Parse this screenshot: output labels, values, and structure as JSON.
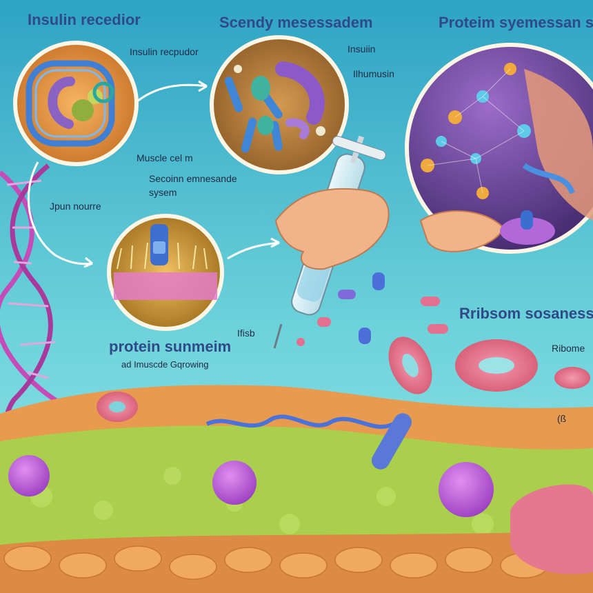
{
  "labels": {
    "insulin_receptor_title": "Insulin recedior",
    "insulin_receptor_callout": "Insulin recpudor",
    "secondary_messenger_title": "Scendy mesessadem",
    "insulin_callout": "Insuiin",
    "ilhumusin_callout": "Ilhumusin",
    "protein_synthesis_title": "Proteim syemessan sy",
    "muscle_cell_label": "Muscle cel m",
    "jpun_label": "Jpun nourre",
    "second_messenger_system_line1": "Secoinn emnesande",
    "second_messenger_system_line2": "sysem",
    "ifisb_label": "Ifisb",
    "protein_synthesis_bottom": "protein sunmeim",
    "muscle_growing_label": "ad Imuscde Gqrowing",
    "ribosome_title": "Rribsom sosanessin",
    "ribosome_callout": "Ribome",
    "small_mark": "(ß"
  },
  "colors": {
    "background_top": "#2ea3c4",
    "background_bottom": "#9fe6e9",
    "label_blue": "#2f4a86",
    "label_dark": "#1f2a44",
    "tissue_orange": "#e89a4e",
    "tissue_green": "#a9cf4c",
    "dna_magenta": "#c54bb8",
    "ribosome_pink": "#e7728a",
    "protein_purple": "#b260d6"
  },
  "icons": [
    "dna-helix-icon",
    "syringe-icon",
    "hand-icon",
    "ribosome-icon",
    "arrow-icon"
  ]
}
